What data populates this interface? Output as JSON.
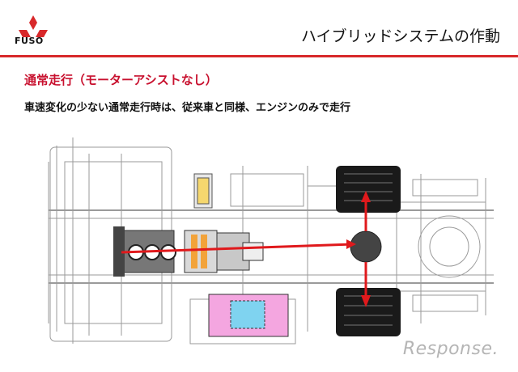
{
  "brand": {
    "name": "FUSO",
    "accent": "#d8282a"
  },
  "slide": {
    "title": "ハイブリッドシステムの作動",
    "section_title": "通常走行（モーターアシストなし）",
    "description": "車速変化の少ない通常走行時は、従来車と同様、エンジンのみで走行"
  },
  "watermark": {
    "text": "Response."
  },
  "colors": {
    "power_flow": "#e0191c",
    "battery_fill": "#f4a6e0",
    "battery_inner": "#7fd3f0"
  }
}
